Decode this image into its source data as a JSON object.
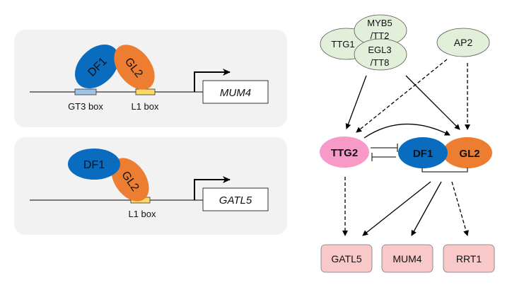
{
  "panels": {
    "top": {
      "proteins": {
        "df1": "DF1",
        "gl2": "GL2"
      },
      "elements": {
        "gt3": "GT3 box",
        "l1": "L1 box"
      },
      "gene": "MUM4"
    },
    "bottom": {
      "proteins": {
        "df1": "DF1",
        "gl2": "GL2"
      },
      "elements": {
        "l1": "L1 box"
      },
      "gene": "GATL5"
    }
  },
  "network": {
    "complex": {
      "ttg1": "TTG1",
      "myb5_line1": "MYB5",
      "myb5_line2": "/TT2",
      "egl3_line1": "EGL3",
      "egl3_line2": "/TT8"
    },
    "ap2": "AP2",
    "ttg2": "TTG2",
    "df1": "DF1",
    "gl2": "GL2",
    "targets": [
      "GATL5",
      "MUM4",
      "RRT1"
    ]
  },
  "colors": {
    "df1": "#0a6cbf",
    "gl2": "#ed7d31",
    "ttg2": "#f79ac8",
    "complex": "#e2efd9",
    "target": "#f9c8c8",
    "gt3_box": "#9dc3e6",
    "l1_box": "#ffd966",
    "panel_bg": "#f2f2f2"
  }
}
